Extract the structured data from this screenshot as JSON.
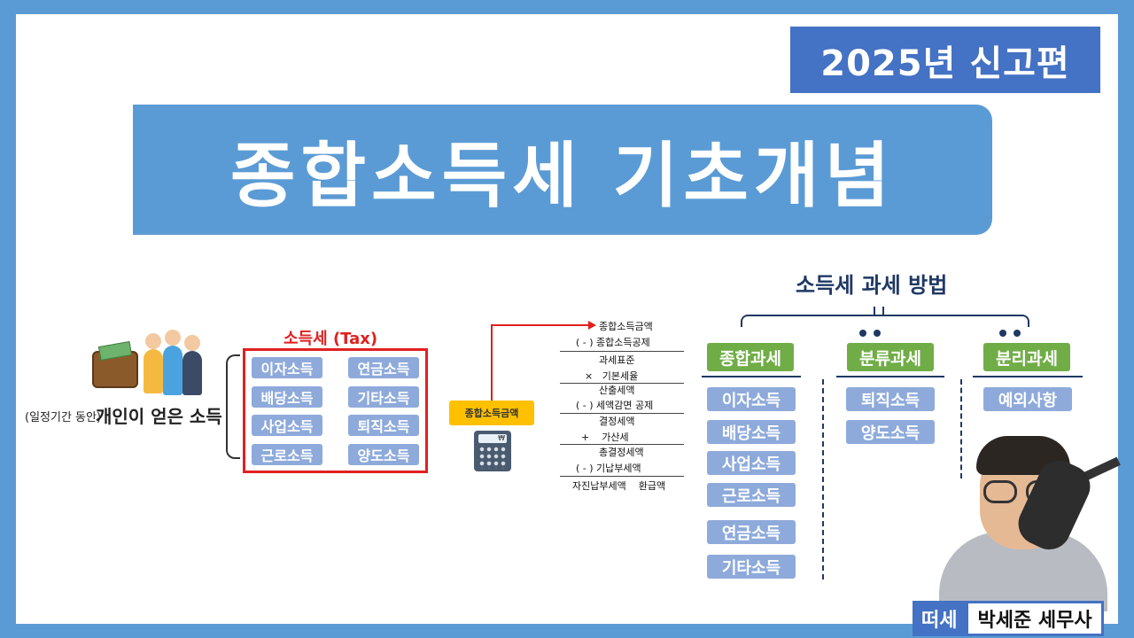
{
  "header": {
    "year_tag": "2025년 신고편",
    "title": "종합소득세 기초개념"
  },
  "left": {
    "caption_small": "(일정기간 동안)",
    "caption_main": "개인이 얻은 소득",
    "tax_title": "소득세 (Tax)",
    "income_items": [
      "이자소득",
      "연금소득",
      "배당소득",
      "기타소득",
      "사업소득",
      "퇴직소득",
      "근로소득",
      "양도소득"
    ]
  },
  "middle": {
    "total_label": "종합소득금액",
    "calc_symbol": "₩",
    "flow": [
      {
        "op": "",
        "text": "종합소득금액"
      },
      {
        "op": "( - )",
        "text": "종합소득공제"
      },
      {
        "op": "",
        "text": "과세표준"
      },
      {
        "op": "×",
        "text": "기본세율"
      },
      {
        "op": "",
        "text": "산출세액"
      },
      {
        "op": "( - )",
        "text": "세액감면 공제"
      },
      {
        "op": "",
        "text": "결정세액"
      },
      {
        "op": "+",
        "text": "가산세"
      },
      {
        "op": "",
        "text": "총결정세액"
      },
      {
        "op": "( - )",
        "text": "기납부세액"
      }
    ],
    "final_left": "자진납부세액",
    "final_right": "환급액"
  },
  "right": {
    "title": "소득세 과세 방법",
    "categories": [
      {
        "name": "종합과세",
        "items": [
          "이자소득",
          "배당소득",
          "사업소득",
          "근로소득",
          "연금소득",
          "기타소득"
        ]
      },
      {
        "name": "분류과세",
        "items": [
          "퇴직소득",
          "양도소득"
        ]
      },
      {
        "name": "분리과세",
        "items": [
          "예외사항"
        ]
      }
    ]
  },
  "presenter": {
    "tag": "떠세",
    "name": "박세준 세무사"
  },
  "colors": {
    "frame": "#5b9bd5",
    "year_tag": "#4472c4",
    "chip": "#8eaadb",
    "category": "#70ad47",
    "tax_red": "#e02020",
    "total_label": "#ffc000",
    "navy": "#1f3864"
  }
}
